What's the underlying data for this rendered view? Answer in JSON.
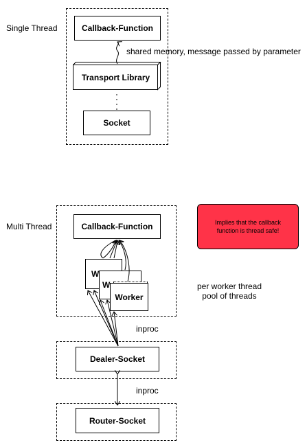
{
  "single_thread": {
    "section_label": "Single Thread",
    "callback_box": "Callback-Function",
    "transport_box": "Transport Library",
    "socket_box": "Socket",
    "edge_label": "shared memory, message passed by parameter"
  },
  "multi_thread": {
    "section_label": "Multi Thread",
    "callback_box": "Callback-Function",
    "worker_box": "Worker",
    "worker_box_partial_1": "W",
    "worker_box_partial_2": "W",
    "worker_pool_label_line1": "per worker thread",
    "worker_pool_label_line2": "pool of threads",
    "inproc_label_1": "inproc",
    "dealer_box": "Dealer-Socket",
    "inproc_label_2": "inproc",
    "router_box": "Router-Socket"
  },
  "note": {
    "text": "Implies that the callback function is thread safe!",
    "fill_color": "#ff3348"
  }
}
